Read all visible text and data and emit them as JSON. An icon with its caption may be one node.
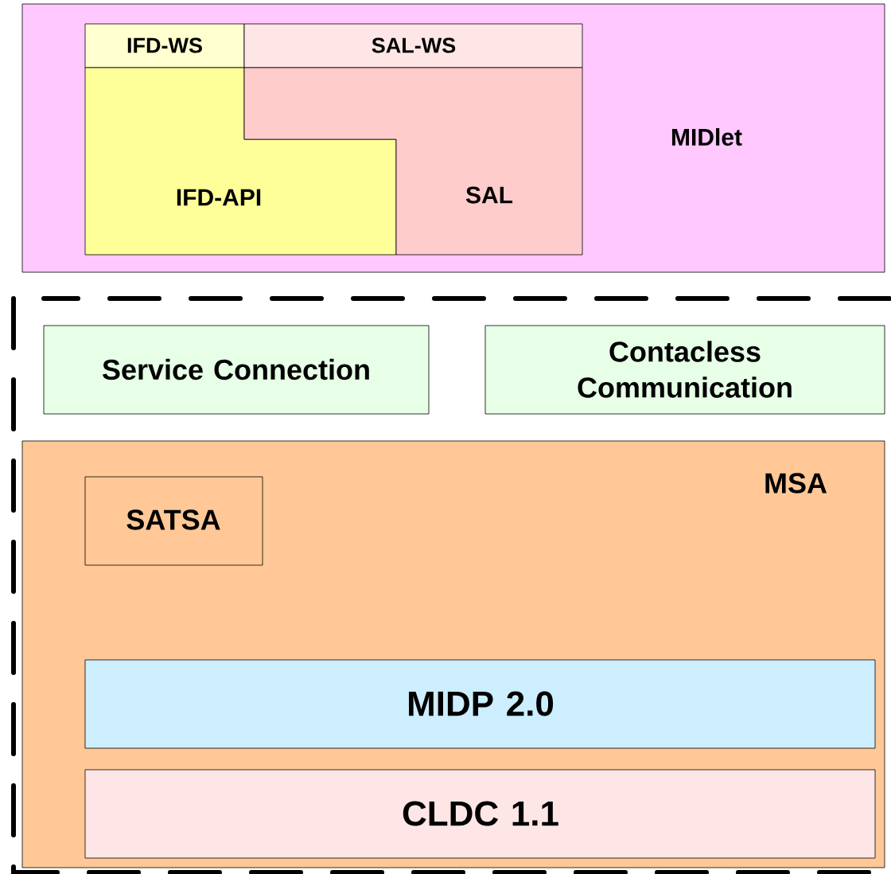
{
  "diagram": {
    "nodes": [
      {
        "text": [
          "MIDlet"
        ]
      },
      {
        "text": [
          "IFD-WS"
        ],
        "in": 0
      },
      {
        "text": [
          "SAL-WS"
        ],
        "in": 0
      },
      {
        "text": [
          "IFD-API"
        ],
        "in": 0
      },
      {
        "text": [
          "SAL"
        ],
        "in": 0
      },
      {
        "text": [
          "Service Connection"
        ]
      },
      {
        "text": [
          "Contacless Communication"
        ]
      },
      {
        "text": [
          "MSA"
        ]
      },
      {
        "text": [
          "SATSA"
        ],
        "in": 7
      },
      {
        "text": [
          "MIDP 2.0"
        ],
        "in": 7
      },
      {
        "text": [
          "CLDC 1.1"
        ],
        "in": 7
      }
    ],
    "edges": []
  }
}
